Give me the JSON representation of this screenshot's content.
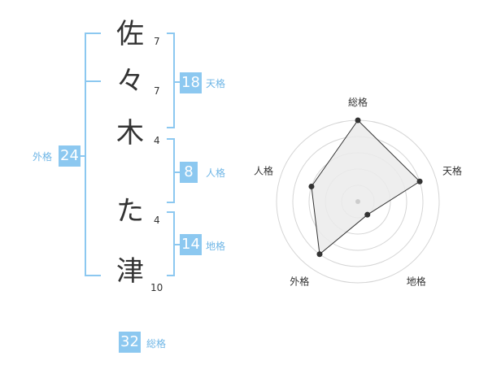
{
  "name": {
    "characters": [
      {
        "char": "佐",
        "strokes": "7"
      },
      {
        "char": "々",
        "strokes": "7"
      },
      {
        "char": "木",
        "strokes": "4"
      },
      {
        "char": "た",
        "strokes": "4"
      },
      {
        "char": "津",
        "strokes": "10"
      }
    ]
  },
  "fortune": {
    "tenkaku": {
      "label": "天格",
      "value": "18"
    },
    "jinkaku": {
      "label": "人格",
      "value": "8"
    },
    "chikaku": {
      "label": "地格",
      "value": "14"
    },
    "gaikaku": {
      "label": "外格",
      "value": "24"
    },
    "soukaku": {
      "label": "総格",
      "value": "32"
    }
  },
  "colors": {
    "accent": "#8cc8f0",
    "accent_text": "#6fb6e6",
    "text": "#333333",
    "radar_fill": "#ebebeb",
    "radar_grid": "#d5d5d5"
  },
  "chart_data": {
    "type": "radar",
    "axes": [
      "総格",
      "天格",
      "地格",
      "外格",
      "人格"
    ],
    "values": [
      5,
      4,
      1,
      4,
      3
    ],
    "rmax": 5,
    "grid_levels": 5
  }
}
